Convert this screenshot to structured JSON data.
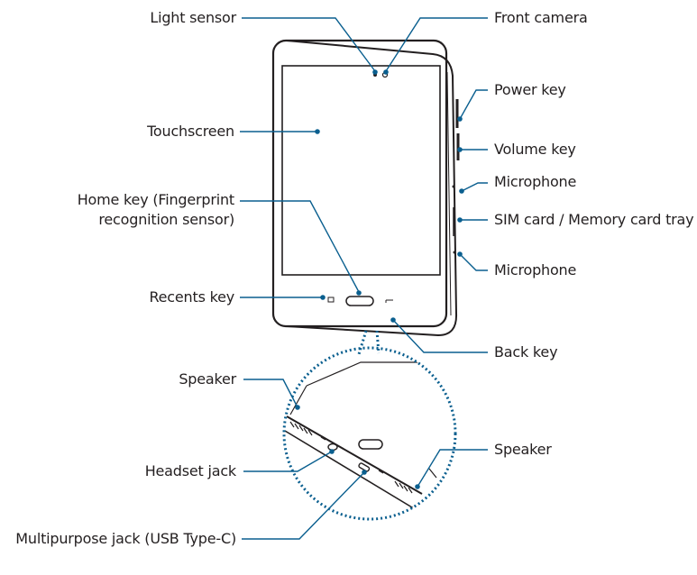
{
  "colors": {
    "accent": "#0a5f8f",
    "outline": "#231f20",
    "text": "#231f20"
  },
  "labels": {
    "light_sensor": "Light sensor",
    "front_camera": "Front camera",
    "power_key": "Power key",
    "touchscreen": "Touchscreen",
    "volume_key": "Volume key",
    "microphone_top": "Microphone",
    "home_key_line1": "Home key (Fingerprint",
    "home_key_line2": "recognition sensor)",
    "sim_tray": "SIM card / Memory card tray",
    "microphone_bottom": "Microphone",
    "recents_key": "Recents key",
    "back_key": "Back key",
    "speaker_left": "Speaker",
    "speaker_right": "Speaker",
    "headset_jack": "Headset jack",
    "multipurpose_jack": "Multipurpose jack (USB Type-C)"
  }
}
